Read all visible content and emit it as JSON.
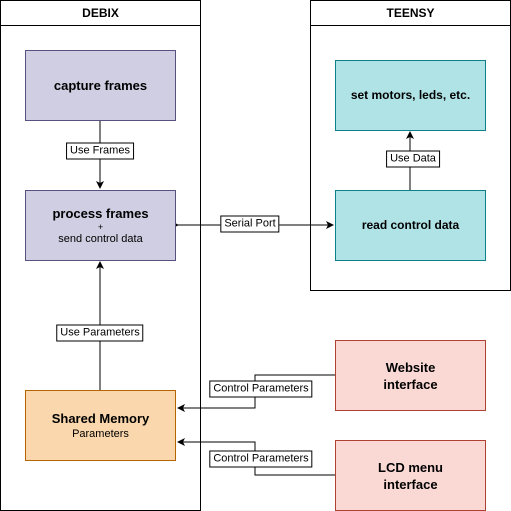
{
  "containers": {
    "debix": "DEBIX",
    "teensy": "TEENSY"
  },
  "nodes": {
    "capture": "capture frames",
    "process_line1": "process frames",
    "process_plus": "+",
    "process_line2": "send control data",
    "shared_line1": "Shared Memory",
    "shared_line2": "Parameters",
    "set_motors": "set motors, leds, etc.",
    "read_control": "read control data",
    "website_line1": "Website",
    "website_line2": "interface",
    "lcd_line1": "LCD menu",
    "lcd_line2": "interface"
  },
  "edges": {
    "use_frames": "Use Frames",
    "serial_port": "Serial Port",
    "use_data": "Use Data",
    "use_parameters": "Use Parameters",
    "control_parameters_1": "Control Parameters",
    "control_parameters_2": "Control Parameters"
  },
  "colors": {
    "purple_fill": "#d0cee2",
    "teal_fill": "#b0e3e6",
    "orange_fill": "#fad7ac",
    "pink_fill": "#fad9d5"
  }
}
